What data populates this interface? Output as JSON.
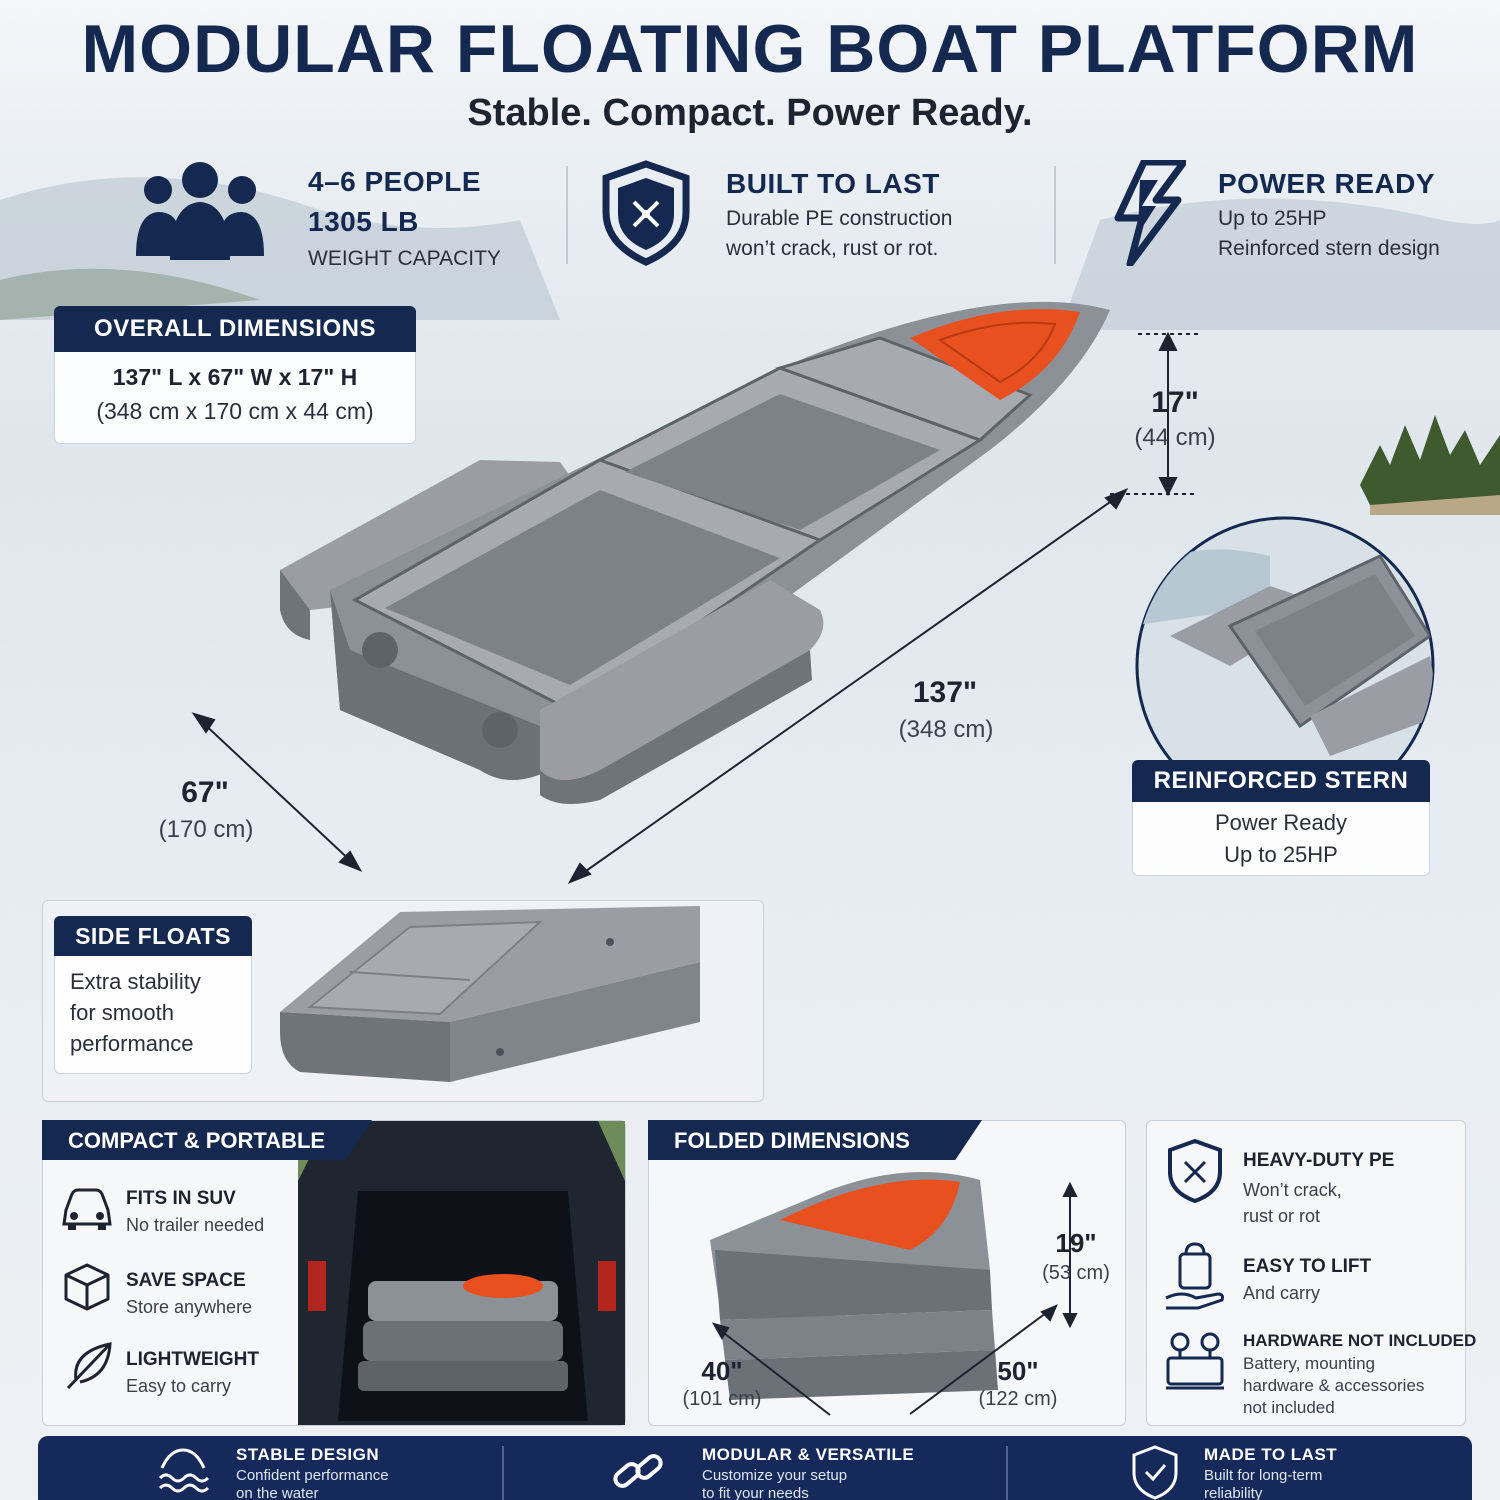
{
  "header": {
    "title": "MODULAR FLOATING BOAT PLATFORM",
    "tagline": "Stable. Compact. Power Ready."
  },
  "features": [
    {
      "icon": "people-icon",
      "title_line1": "4–6 PEOPLE",
      "title_line2": "1305 LB",
      "text": "WEIGHT CAPACITY"
    },
    {
      "icon": "shield-icon",
      "title": "BUILT TO LAST",
      "text_line1": "Durable PE construction",
      "text_line2": "won’t crack, rust or rot."
    },
    {
      "icon": "lightning-icon",
      "title": "POWER READY",
      "text_line1": "Up to 25HP",
      "text_line2": "Reinforced stern design"
    }
  ],
  "overall_dimensions": {
    "label": "OVERALL DIMENSIONS",
    "imperial": "137\" L x 67\" W x 17\" H",
    "metric": "(348 cm x 170 cm x 44 cm)"
  },
  "measurements": {
    "height": {
      "big": "17\"",
      "small": "(44 cm)"
    },
    "length": {
      "big": "137\"",
      "small": "(348 cm)"
    },
    "width": {
      "big": "67\"",
      "small": "(170 cm)"
    }
  },
  "reinforced_stern": {
    "label": "REINFORCED STERN",
    "line1": "Power Ready",
    "line2": "Up to 25HP"
  },
  "side_floats": {
    "label": "SIDE FLOATS",
    "text": [
      "Extra stability",
      "for smooth",
      "performance"
    ]
  },
  "compact": {
    "label": "COMPACT & PORTABLE",
    "items": [
      {
        "icon": "car-icon",
        "title": "FITS IN SUV",
        "text": "No trailer needed"
      },
      {
        "icon": "box-icon",
        "title": "SAVE SPACE",
        "text": "Store anywhere"
      },
      {
        "icon": "feather-icon",
        "title": "LIGHTWEIGHT",
        "text": "Easy to carry"
      }
    ]
  },
  "folded": {
    "label": "FOLDED DIMENSIONS",
    "height": {
      "big": "19\"",
      "small": "(53 cm)"
    },
    "width": {
      "big": "40\"",
      "small": "(101 cm)"
    },
    "length": {
      "big": "50\"",
      "small": "(122 cm)"
    }
  },
  "specs": [
    {
      "icon": "shield-x-icon",
      "title": "HEAVY-DUTY PE",
      "lines": [
        "Won’t crack,",
        "rust or rot"
      ]
    },
    {
      "icon": "bag-hand-icon",
      "title": "EASY TO LIFT",
      "lines": [
        "And carry"
      ]
    },
    {
      "icon": "battery-icon",
      "title": "HARDWARE NOT INCLUDED",
      "lines": [
        "Battery, mounting",
        "hardware & accessories",
        "not included"
      ]
    }
  ],
  "bottom_bar": [
    {
      "icon": "waves-icon",
      "title": "STABLE DESIGN",
      "line1": "Confident performance",
      "line2": "on the water"
    },
    {
      "icon": "link-icon",
      "title": "MODULAR & VERSATILE",
      "line1": "Customize your setup",
      "line2": "to fit your needs"
    },
    {
      "icon": "shield-check-icon",
      "title": "MADE TO LAST",
      "line1": "Built for long-term",
      "line2": "reliability"
    }
  ],
  "colors": {
    "navy": "#142850",
    "accent_orange": "#e8501f",
    "hull_gray": "#8a8f96"
  }
}
